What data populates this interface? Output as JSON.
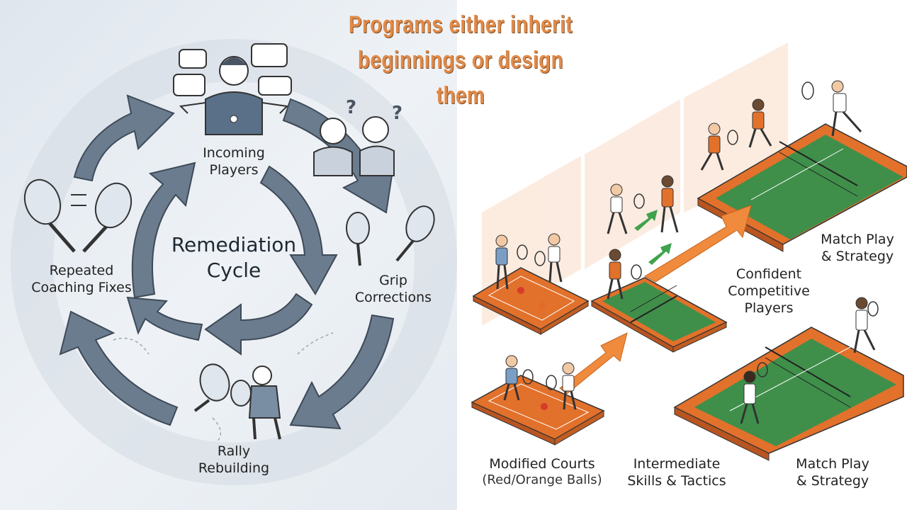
{
  "headline": {
    "line1": "Programs either inherit",
    "line2": "beginnings or design them"
  },
  "cycle": {
    "title_line1": "Remediation",
    "title_line2": "Cycle",
    "stages": {
      "incoming": {
        "line1": "Incoming",
        "line2": "Players"
      },
      "grip": {
        "line1": "Grip",
        "line2": "Corrections"
      },
      "rally": {
        "line1": "Rally",
        "line2": "Rebuilding"
      },
      "repeated": {
        "line1": "Repeated",
        "line2": "Coaching Fixes"
      }
    },
    "question_mark": "?"
  },
  "pathway": {
    "top_right": {
      "line1": "Match Play",
      "line2": "& Strategy"
    },
    "confident": {
      "line1": "Confident",
      "line2": "Competitive",
      "line3": "Players"
    },
    "bottom": {
      "modified": {
        "line1": "Modified Courts",
        "line2": "(Red/Orange Balls)"
      },
      "intermediate": {
        "line1": "Intermediate",
        "line2": "Skills & Tactics"
      },
      "match": {
        "line1": "Match Play",
        "line2": "& Strategy"
      }
    }
  },
  "colors": {
    "arrow_gray": "#6b7c8f",
    "court_orange": "#e2712b",
    "court_green": "#3f8f4a",
    "accent_orange": "#f08a3c",
    "headline": "#e08a4a"
  }
}
